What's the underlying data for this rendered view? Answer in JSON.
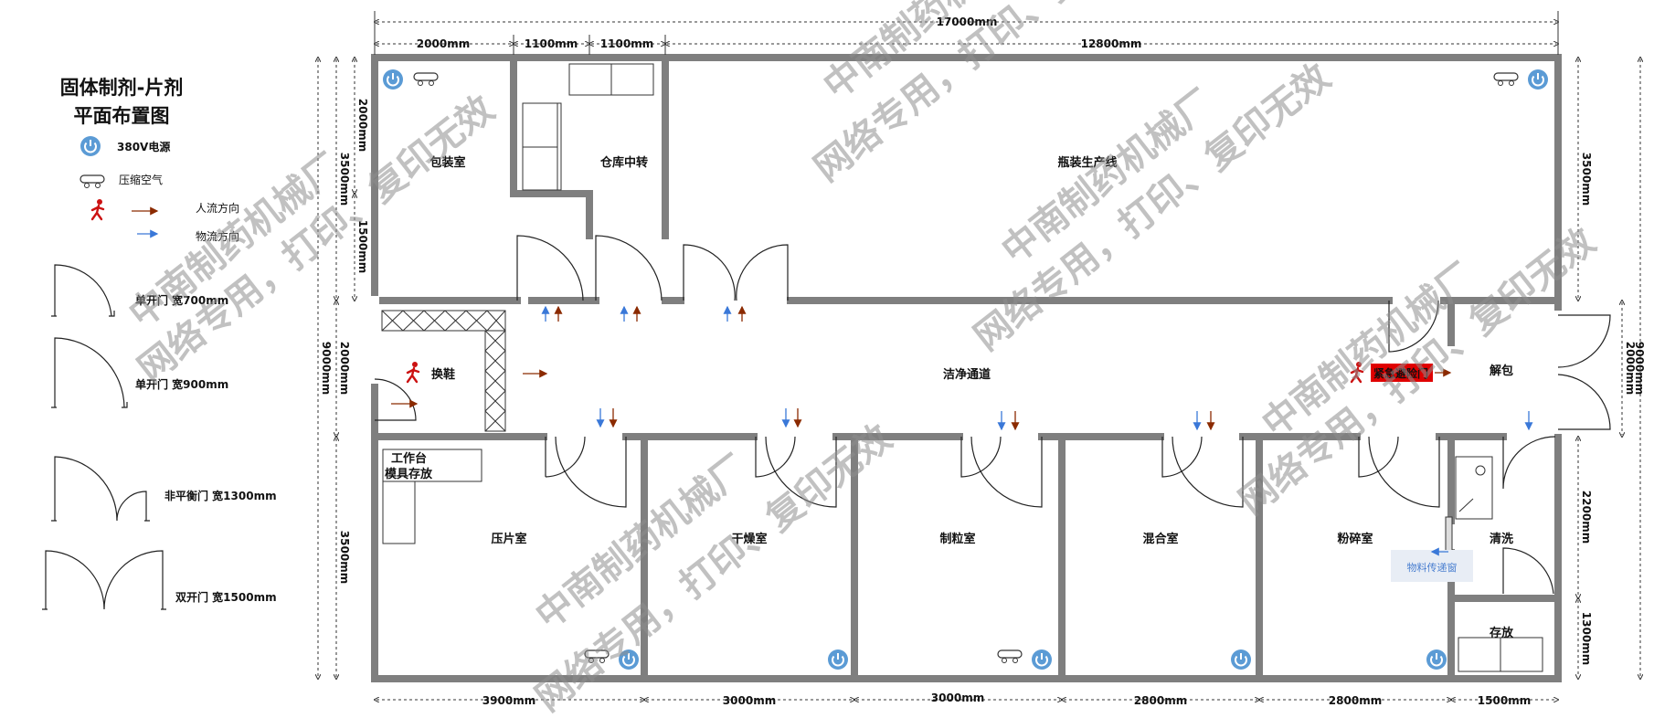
{
  "title": {
    "line1": "固体制剂-片剂",
    "line2": "平面布置图"
  },
  "legend": {
    "power": "380V电源",
    "air": "压缩空气",
    "people_flow": "人流方向",
    "material_flow": "物流方向",
    "door_single_700": "单开门  宽700mm",
    "door_single_900": "单开门  宽900mm",
    "door_unequal_1300": "非平衡门  宽1300mm",
    "door_double_1500": "双开门  宽1500mm"
  },
  "dimensions": {
    "top_total": "17000mm",
    "top": [
      "2000mm",
      "1100mm",
      "1100mm",
      "12800mm"
    ],
    "bottom": [
      "3900mm",
      "3000mm",
      "3000mm",
      "2800mm",
      "2800mm",
      "1500mm"
    ],
    "left_outer": "9000mm",
    "left_inner": [
      "3500mm",
      "2000mm",
      "3500mm"
    ],
    "left_sub": [
      "2000mm",
      "1500mm"
    ],
    "right_outer": "9000mm",
    "right_inner": [
      "3500mm",
      "2000mm",
      "2200mm",
      "1300mm"
    ]
  },
  "rooms": {
    "packaging": "包装室",
    "warehouse": "仓库中转",
    "bottling": "瓶装生产线",
    "changing": "换鞋",
    "corridor": "洁净通道",
    "emergency_exit": "紧急避险门",
    "unpacking": "解包",
    "workbench": "工作台",
    "mold_storage": "模具存放",
    "tablet_press": "压片室",
    "drying": "干燥室",
    "granulation": "制粒室",
    "mixing": "混合室",
    "crushing": "粉碎室",
    "cleaning": "清洗",
    "storage": "存放",
    "pass_box": "物料传递窗"
  },
  "watermark": {
    "line1": "中南制药机械厂",
    "line2": "网络专用，打印、复印无效"
  },
  "colors": {
    "wall": "#7f7f7f",
    "people": "#8b2a00",
    "material": "#3a78d8",
    "power": "#5b9bd5",
    "emergency": "#e00000"
  }
}
